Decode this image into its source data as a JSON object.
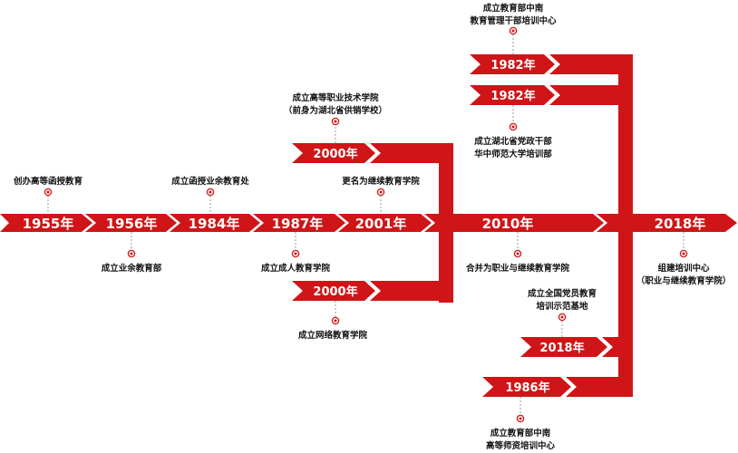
{
  "colors": {
    "red": "#cf1517",
    "caption_text": "#111111",
    "connector": "#999999",
    "background": "#ffffff"
  },
  "main_line": [
    {
      "year": "1955年",
      "caption": "创办高等函授教育"
    },
    {
      "year": "1956年",
      "caption": "成立业余教育部"
    },
    {
      "year": "1984年",
      "caption": "成立函授业余教育处"
    },
    {
      "year": "1987年",
      "caption": "成立成人教育学院"
    },
    {
      "year": "2001年",
      "caption": "更名为继续教育学院"
    },
    {
      "year": "2010年",
      "caption": "合并为职业与继续教育学院"
    },
    {
      "year": "2018年",
      "caption_lines": [
        "组建培训中心",
        "（职业与继续教育学院）"
      ]
    }
  ],
  "branches": [
    {
      "year": "2000年",
      "caption_lines": [
        "成立高等职业技术学院",
        "（前身为湖北省供销学校）"
      ]
    },
    {
      "year": "2000年",
      "caption": "成立网络教育学院"
    },
    {
      "year": "1982年",
      "caption_lines": [
        "成立教育部中南",
        "教育管理干部培训中心"
      ]
    },
    {
      "year": "1982年",
      "caption_lines": [
        "成立湖北省党政干部",
        "华中师范大学培训部"
      ]
    },
    {
      "year": "2018年",
      "caption_lines": [
        "成立全国党员教育",
        "培训示范基地"
      ]
    },
    {
      "year": "1986年",
      "caption_lines": [
        "成立教育部中南",
        "高等师资培训中心"
      ]
    }
  ]
}
